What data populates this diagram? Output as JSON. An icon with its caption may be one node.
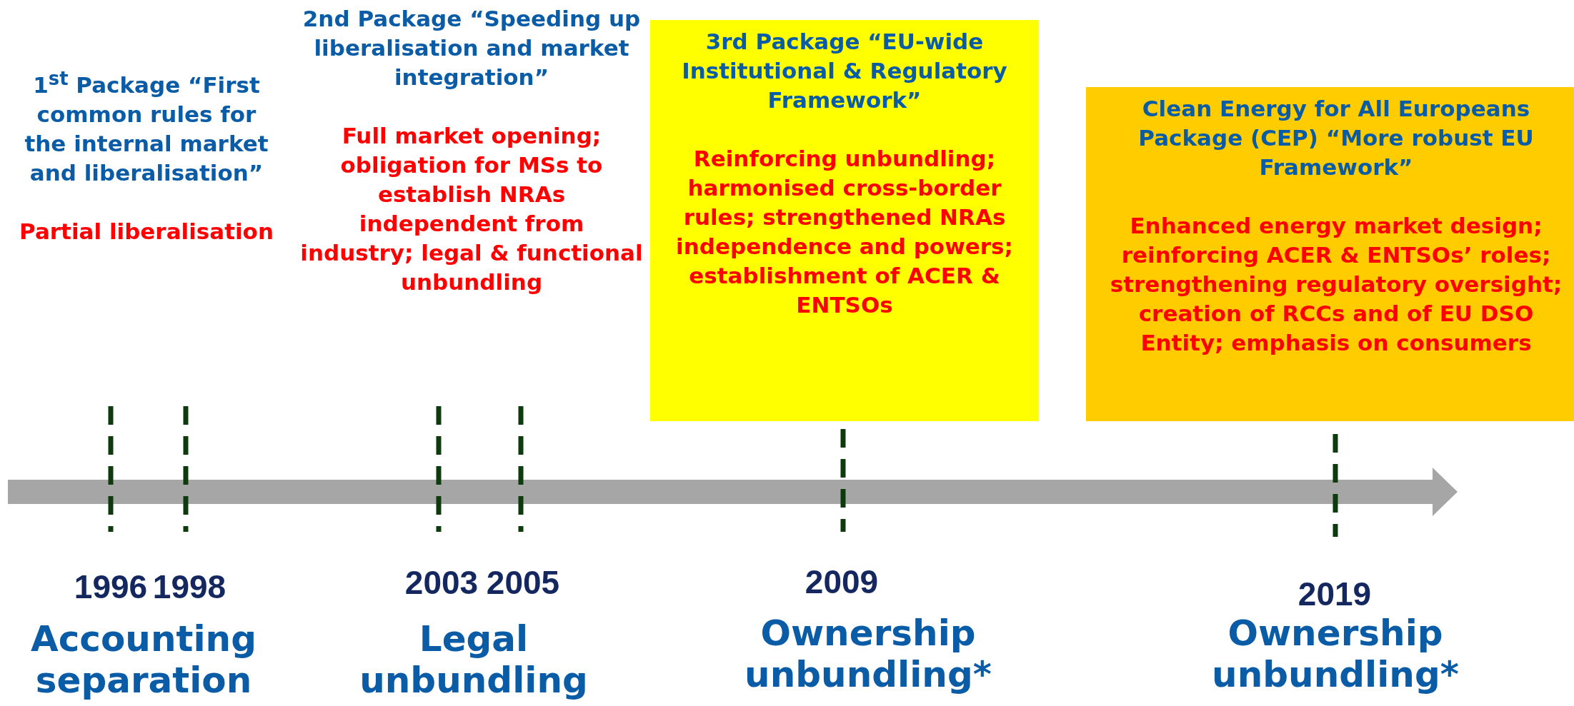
{
  "diagram": {
    "nodes": [
      {
        "text": [
          "1$^{st}$ Package “First common rules for the internal market and liberalisation”",
          "Partial liberalisation"
        ]
      },
      {
        "text": [
          "2nd Package “Speeding up liberalisation and market integration”",
          "Full market opening; obligation for MSs to establish NRAs independent from industry; legal & functional unbundling"
        ]
      },
      {
        "text": [
          "3rd Package “EU-wide Institutional & Regulatory Framework”",
          "Reinforcing unbundling; harmonised cross-border rules; strengthened NRAs independence and powers; establishment of ACER & ENTSOs"
        ]
      },
      {
        "text": [
          "Clean Energy for All Europeans Package (CEP) “More robust EU Framework”",
          "Enhanced energy market design; reinforcing ACER & ENTSOs’ roles; strengthening regulatory oversight; creation of RCCs and of EU DSO Entity; emphasis on consumers"
        ]
      }
    ],
    "labels": [
      "1996",
      "1998",
      "2003",
      "2005",
      "2009",
      "2019",
      "Accounting separation",
      "Legal unbundling",
      "Ownership unbundling*",
      "Ownership unbundling*"
    ]
  }
}
